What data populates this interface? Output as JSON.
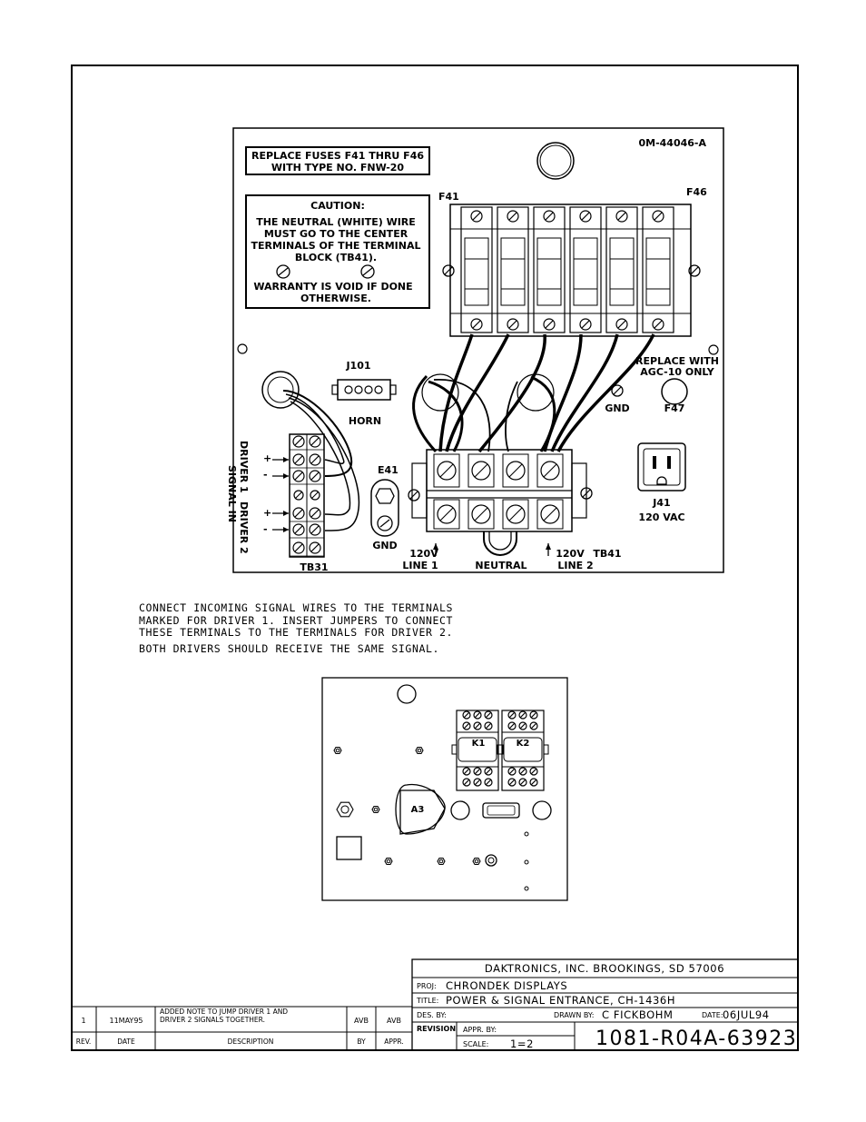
{
  "panel": {
    "fuse_note_1": "REPLACE FUSES F41 THRU F46",
    "fuse_note_2": "WITH TYPE NO. FNW-20",
    "part_no": "0M-44046-A",
    "caution_title": "CAUTION:",
    "caution_lines": [
      "THE NEUTRAL (WHITE) WIRE",
      "MUST GO TO THE CENTER",
      "TERMINALS OF THE TERMINAL",
      "BLOCK (TB41)."
    ],
    "warranty_lines": [
      "WARRANTY IS VOID IF DONE",
      "OTHERWISE."
    ],
    "fuse_first": "F41",
    "fuse_last": "F46",
    "replace_with_1": "REPLACE WITH",
    "replace_with_2": "AGC-10 ONLY",
    "j101": "J101",
    "horn": "HORN",
    "gnd_right": "GND",
    "f47": "F47",
    "driver1": "DRIVER 1",
    "signal_in": "SIGNAL IN",
    "driver2": "DRIVER 2",
    "plus": "+",
    "minus": "-",
    "e41": "E41",
    "gnd_left": "GND",
    "tb31": "TB31",
    "line1_a": "120V",
    "line1_b": "LINE 1",
    "neutral": "NEUTRAL",
    "line2_a": "120V",
    "line2_b": "LINE 2",
    "tb41": "TB41",
    "j41": "J41",
    "j41_volt": "120 VAC"
  },
  "note": {
    "lines": [
      "CONNECT INCOMING SIGNAL WIRES TO THE TERMINALS",
      "MARKED FOR DRIVER 1.  INSERT JUMPERS TO CONNECT",
      "THESE TERMINALS TO THE TERMINALS FOR DRIVER 2.",
      "BOTH DRIVERS SHOULD RECEIVE THE SAME SIGNAL."
    ]
  },
  "back_panel": {
    "k1": "K1",
    "k2": "K2",
    "a3": "A3"
  },
  "title_block": {
    "company": "DAKTRONICS, INC.   BROOKINGS, SD  57006",
    "proj_label": "PROJ:",
    "proj": "CHRONDEK  DISPLAYS",
    "title_label": "TITLE:",
    "title": "POWER  &  SIGNAL  ENTRANCE,  CH-1436H",
    "des_label": "DES. BY:",
    "drawn_label": "DRAWN  BY:",
    "drawn": "C  FICKBOHM",
    "date_label": "DATE:",
    "date": "06JUL94",
    "revision_label": "REVISION",
    "appr_label": "APPR. BY:",
    "scale_label": "SCALE:",
    "scale": "1=2",
    "drawing_no": "1081-R04A-63923"
  },
  "revisions": {
    "headers": {
      "rev": "REV.",
      "date": "DATE",
      "desc": "DESCRIPTION",
      "by": "BY",
      "appr": "APPR."
    },
    "rows": [
      {
        "rev": "1",
        "date": "11MAY95",
        "desc_1": "ADDED  NOTE  TO  JUMP  DRIVER  1  AND",
        "desc_2": "DRIVER  2  SIGNALS  TOGETHER.",
        "by": "AVB",
        "appr": "AVB"
      }
    ]
  }
}
